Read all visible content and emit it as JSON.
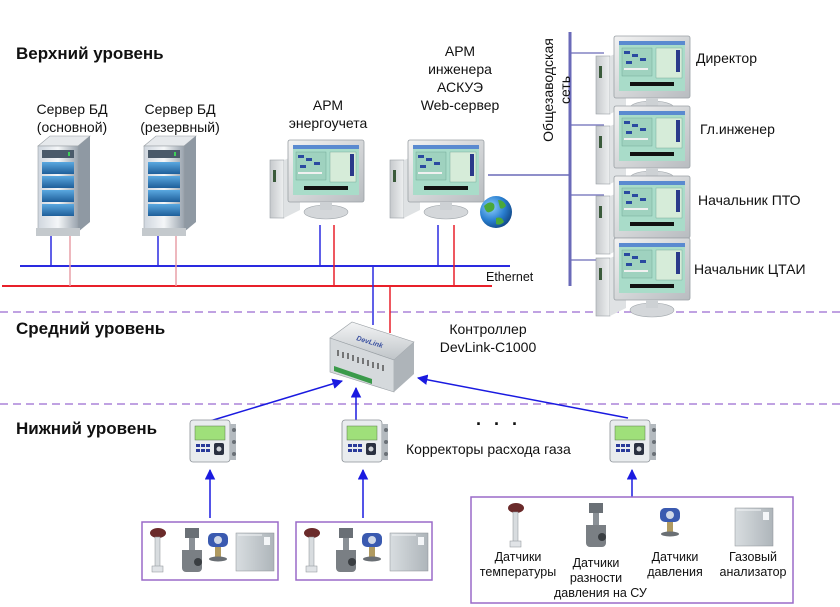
{
  "levels": {
    "upper": "Верхний уровень",
    "middle": "Средний уровень",
    "lower": "Нижний уровень"
  },
  "servers": [
    {
      "line1": "Сервер БД",
      "line2": "(основной)"
    },
    {
      "line1": "Сервер БД",
      "line2": "(резервный)"
    }
  ],
  "workstations": [
    {
      "lines": [
        "АРМ",
        "энергоучета"
      ]
    },
    {
      "lines": [
        "АРМ",
        "инженера",
        "АСКУЭ",
        "Web-сервер"
      ]
    }
  ],
  "plant_network": {
    "line1": "Общезаводская",
    "line2": "сеть"
  },
  "plant_clients": [
    "Директор",
    "Гл.инженер",
    "Начальник ПТО",
    "Начальник ЦТАИ"
  ],
  "ethernet_label": "Ethernet",
  "controller": {
    "line1": "Контроллер",
    "line2": "DevLink-C1000",
    "brand": "DevLink"
  },
  "correctors": {
    "label": "Корректоры расхода газа",
    "ellipsis": ". . ."
  },
  "sensor_groups_count": 3,
  "sensors": [
    {
      "lines": [
        "Датчики",
        "температуры"
      ]
    },
    {
      "lines": [
        "Датчики",
        "разности",
        "давления на СУ"
      ]
    },
    {
      "lines": [
        "Датчики",
        "давления"
      ]
    },
    {
      "lines": [
        "Газовый",
        "анализатор"
      ]
    }
  ],
  "colors": {
    "bus_blue": "#2a2ae0",
    "bus_red": "#e8202a",
    "plant_bus": "#6a6ab8",
    "level_divider": "#9a6ad0",
    "arrow": "#1a1ae0",
    "group_border": "#9a6ac8"
  }
}
